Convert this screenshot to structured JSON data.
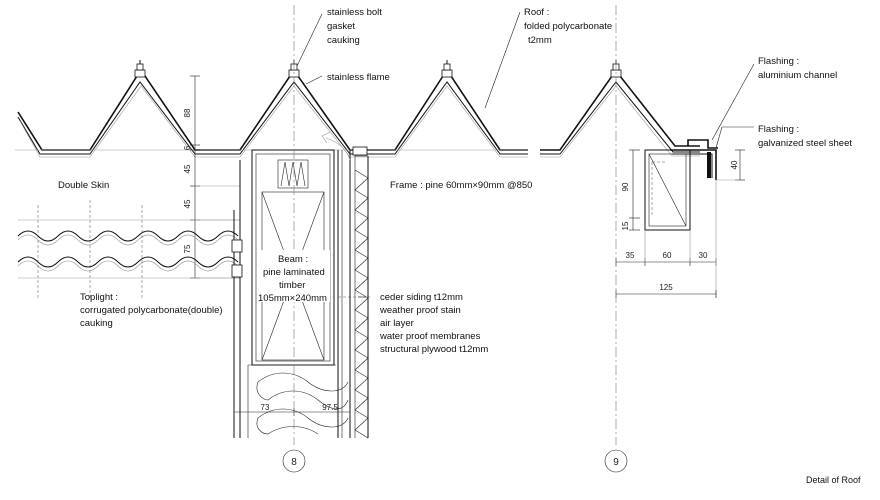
{
  "labels": {
    "bolt": [
      "stainless bolt",
      "gasket",
      "cauking"
    ],
    "flame": "stainless flame",
    "roof": [
      "Roof :",
      "folded polycarbonate",
      "t2mm"
    ],
    "flashing1": [
      "Flashing :",
      "aluminium channel"
    ],
    "flashing2": [
      "Flashing :",
      "galvanized steel sheet"
    ],
    "double_skin": "Double Skin",
    "frame": "Frame : pine 60mm×90mm @850",
    "beam": [
      "Beam :",
      "pine laminated",
      "timber",
      "105mm×240mm"
    ],
    "toplight": [
      "Toplight :",
      "corrugated polycarbonate(double)",
      "cauking"
    ],
    "wall": [
      "ceder siding t12mm",
      "weather proof stain",
      "air layer",
      "water proof membranes",
      "structural plywood t12mm"
    ],
    "title": "Detail of Roof"
  },
  "dimensions": {
    "left_vertical": [
      "88",
      "6",
      "45",
      "45",
      "75"
    ],
    "beam_bottom": [
      "73",
      "97.5"
    ],
    "detail9_vertical": [
      "90",
      "15",
      "40"
    ],
    "detail9_horizontal": [
      "35",
      "60",
      "30"
    ],
    "detail9_total": "125"
  },
  "axes": [
    "8",
    "9"
  ]
}
